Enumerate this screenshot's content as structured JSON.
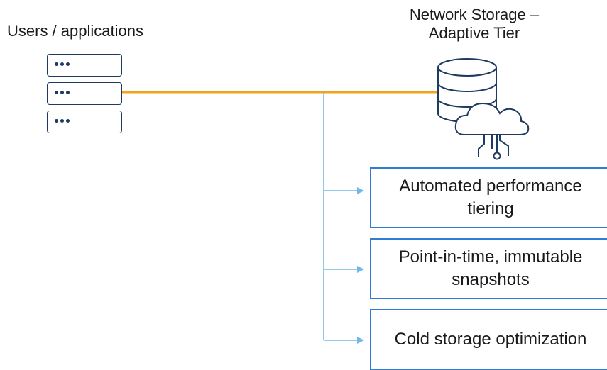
{
  "users": {
    "label": "Users / applications"
  },
  "storage": {
    "title_line1": "Network Storage –",
    "title_line2": "Adaptive Tier"
  },
  "features": [
    {
      "label": "Automated performance tiering"
    },
    {
      "label": "Point-in-time, immutable snapshots"
    },
    {
      "label": "Cold storage optimization"
    }
  ],
  "colors": {
    "main_link": "#f5a31a",
    "branch_line": "#6fb9e8",
    "box_border": "#2f7dd3",
    "server_outline": "#1f3a60"
  },
  "icons": [
    "server-icon",
    "database-icon",
    "cloud-icon"
  ]
}
